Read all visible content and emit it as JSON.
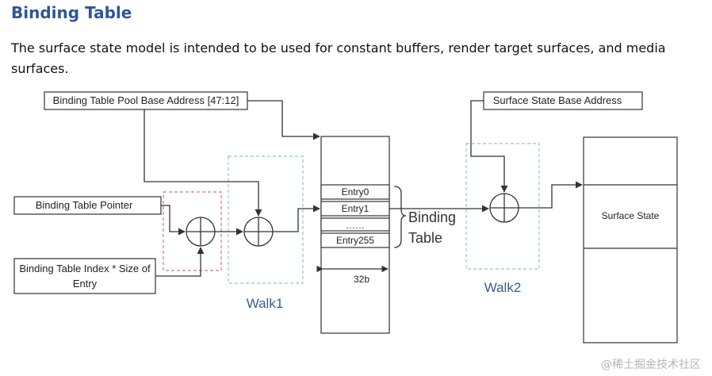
{
  "section": {
    "title": "Binding Table",
    "intro": "The surface state model is intended to be used for constant buffers, render target surfaces, and media surfaces."
  },
  "diagram": {
    "pool_base_label": "Binding Table Pool Base Address [47:12]",
    "pointer_label": "Binding Table Pointer",
    "index_label_line1": "Binding Table Index * Size of",
    "index_label_line2": "Entry",
    "entries": [
      "Entry0",
      "Entry1",
      "……",
      "Entry255"
    ],
    "binding_table_label_line1": "Binding",
    "binding_table_label_line2": "Table",
    "width_label": "32b",
    "walk1_label": "Walk1",
    "walk2_label": "Walk2",
    "surface_state_base_label": "Surface State Base Address",
    "surface_state_label": "Surface State",
    "colors": {
      "heading": "#2e5597",
      "walk_box": "#8fc4d8",
      "adder_box": "#c97a7a",
      "walk_text": "#3a5d8c"
    }
  },
  "watermark": "@稀土掘金技术社区"
}
